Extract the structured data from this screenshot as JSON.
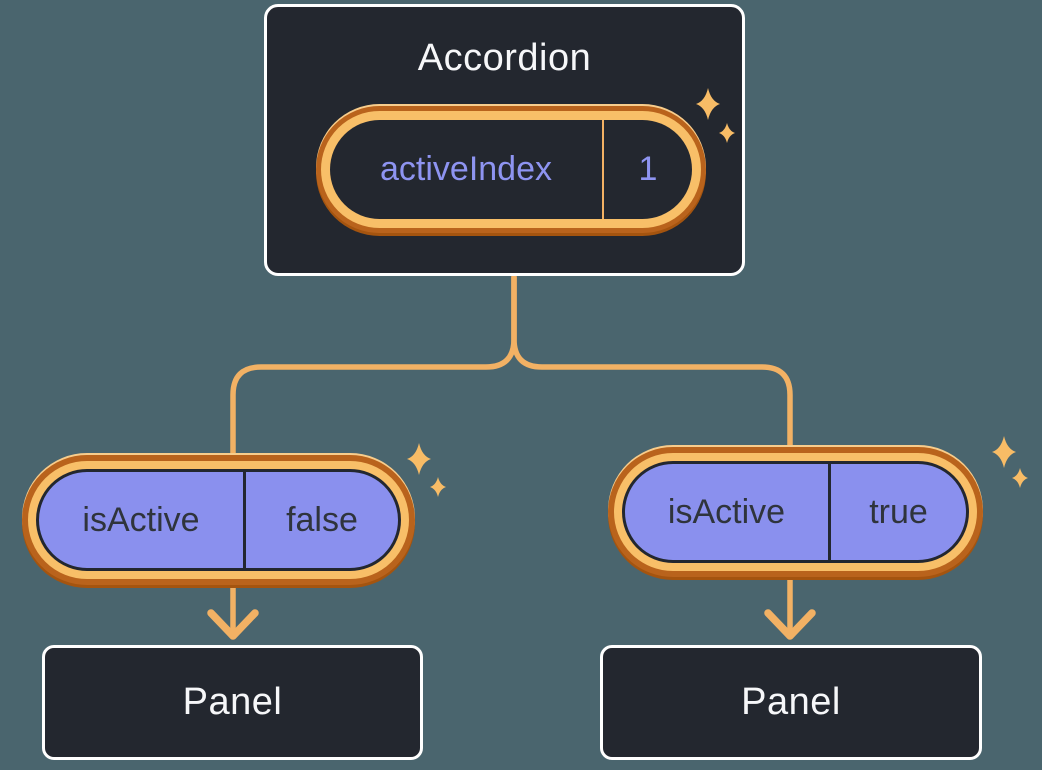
{
  "colors": {
    "background": "#4A656E",
    "card_bg": "#23272F",
    "card_border": "#FFFFFF",
    "card_text": "#F6F7F9",
    "pill_purple": "#8A90EE",
    "pill_dark": "#23272F",
    "pill_dark_text": "#2F343C",
    "state_text": "#8E94F1",
    "ring_outer": "#B9631C",
    "ring_gold": "#F8BF68",
    "connector": "#F2B164",
    "sparkle": "#F8BC66"
  },
  "accordion": {
    "title": "Accordion",
    "state_name": "activeIndex",
    "state_value": "1"
  },
  "children": [
    {
      "prop_name": "isActive",
      "prop_value": "false",
      "panel_label": "Panel"
    },
    {
      "prop_name": "isActive",
      "prop_value": "true",
      "panel_label": "Panel"
    }
  ]
}
